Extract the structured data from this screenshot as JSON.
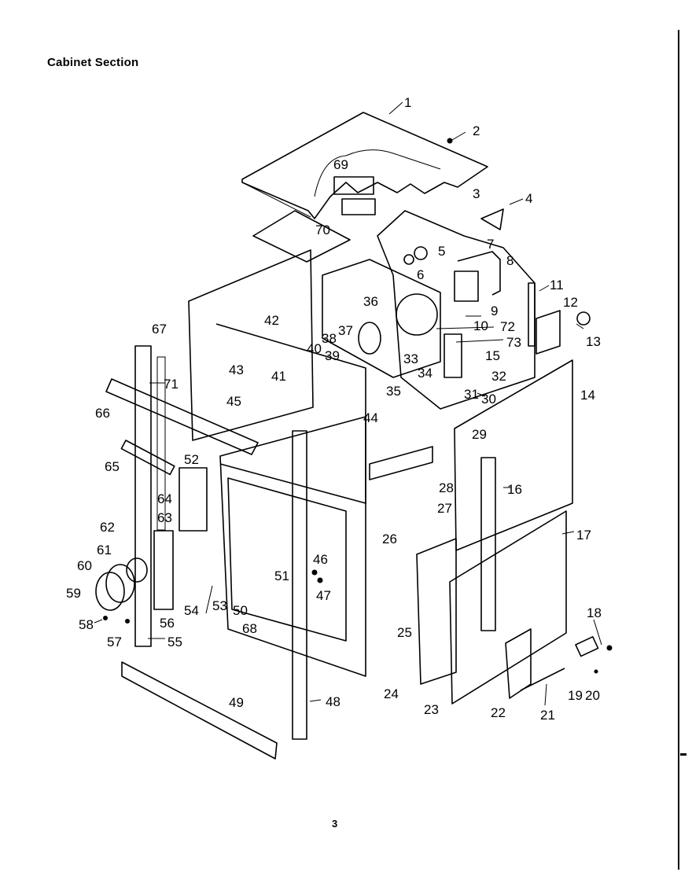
{
  "page": {
    "title": "Cabinet Section",
    "page_number": "3"
  },
  "diagram": {
    "callouts": [
      "1",
      "2",
      "3",
      "4",
      "5",
      "6",
      "7",
      "8",
      "9",
      "10",
      "11",
      "12",
      "13",
      "14",
      "15",
      "16",
      "17",
      "18",
      "19",
      "20",
      "21",
      "22",
      "23",
      "24",
      "25",
      "26",
      "27",
      "28",
      "29",
      "30",
      "31",
      "32",
      "33",
      "34",
      "35",
      "36",
      "37",
      "38",
      "39",
      "40",
      "41",
      "42",
      "43",
      "44",
      "45",
      "46",
      "47",
      "48",
      "49",
      "50",
      "51",
      "52",
      "53",
      "54",
      "55",
      "56",
      "57",
      "58",
      "59",
      "60",
      "61",
      "62",
      "63",
      "64",
      "65",
      "66",
      "67",
      "68",
      "69",
      "70",
      "71",
      "72",
      "73"
    ]
  }
}
